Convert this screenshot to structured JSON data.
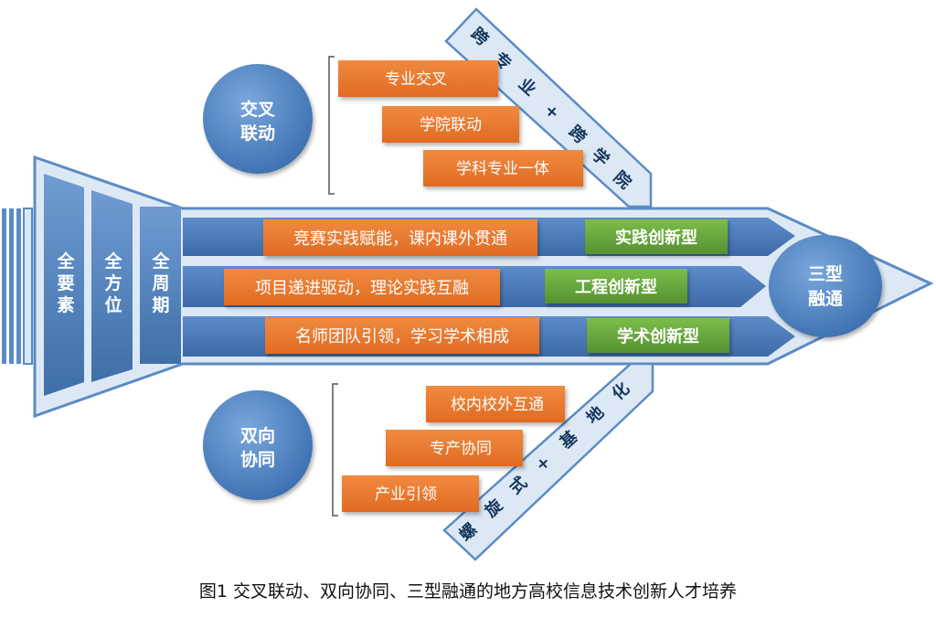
{
  "stages": [
    {
      "line1": "全",
      "line2": "要",
      "line3": "素"
    },
    {
      "line1": "全",
      "line2": "方",
      "line3": "位"
    },
    {
      "line1": "全",
      "line2": "周",
      "line3": "期"
    }
  ],
  "circles": {
    "top": {
      "line1": "交叉",
      "line2": "联动"
    },
    "bottom": {
      "line1": "双向",
      "line2": "协同"
    },
    "right": {
      "line1": "三型",
      "line2": "融通"
    }
  },
  "top_items": [
    "专业交叉",
    "学院联动",
    "学科专业一体"
  ],
  "bottom_items": [
    "校内校外互通",
    "专产协同",
    "产业引领"
  ],
  "rows": [
    {
      "text": "竞赛实践赋能，课内课外贯通",
      "type": "实践创新型"
    },
    {
      "text": "项目递进驱动，理论实践互融",
      "type": "工程创新型"
    },
    {
      "text": "名师团队引领，学习学术相成",
      "type": "学术创新型"
    }
  ],
  "wing_top": [
    "跨",
    "专",
    "业",
    "+",
    "跨",
    "学",
    "院"
  ],
  "wing_bottom": [
    "螺",
    "旋",
    "式",
    "+",
    "基",
    "地",
    "化"
  ],
  "caption": "图1 交叉联动、双向协同、三型融通的地方高校信息技术创新人才培养",
  "colors": {
    "blue": "#4f81bd",
    "orange": "#ed7d31",
    "green": "#6aac3a",
    "light": "#dce9f5"
  }
}
